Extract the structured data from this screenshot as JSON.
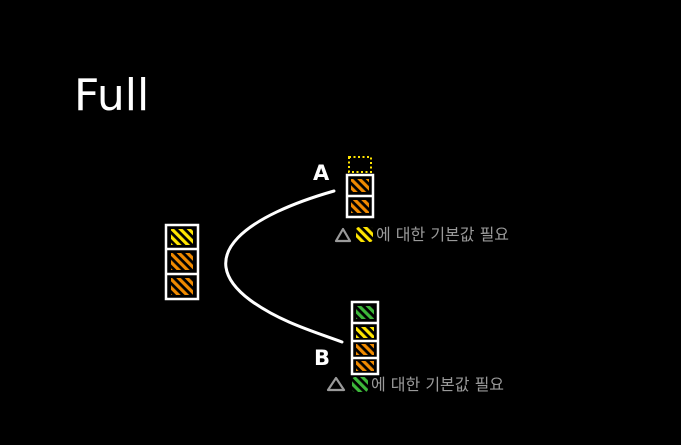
{
  "title": "Full",
  "branch_a": {
    "label": "A",
    "note": "에 대한 기본값 필요",
    "note_color": "#FFE500"
  },
  "branch_b": {
    "label": "B",
    "note": "에 대한 기본값 필요",
    "note_color": "#3DB83A"
  },
  "colors": {
    "background": "#000000",
    "ink": "#FFFFFF",
    "yellow": "#FFE500",
    "orange": "#F08A00",
    "green": "#3DB83A",
    "gray": "#9A9A9A"
  }
}
